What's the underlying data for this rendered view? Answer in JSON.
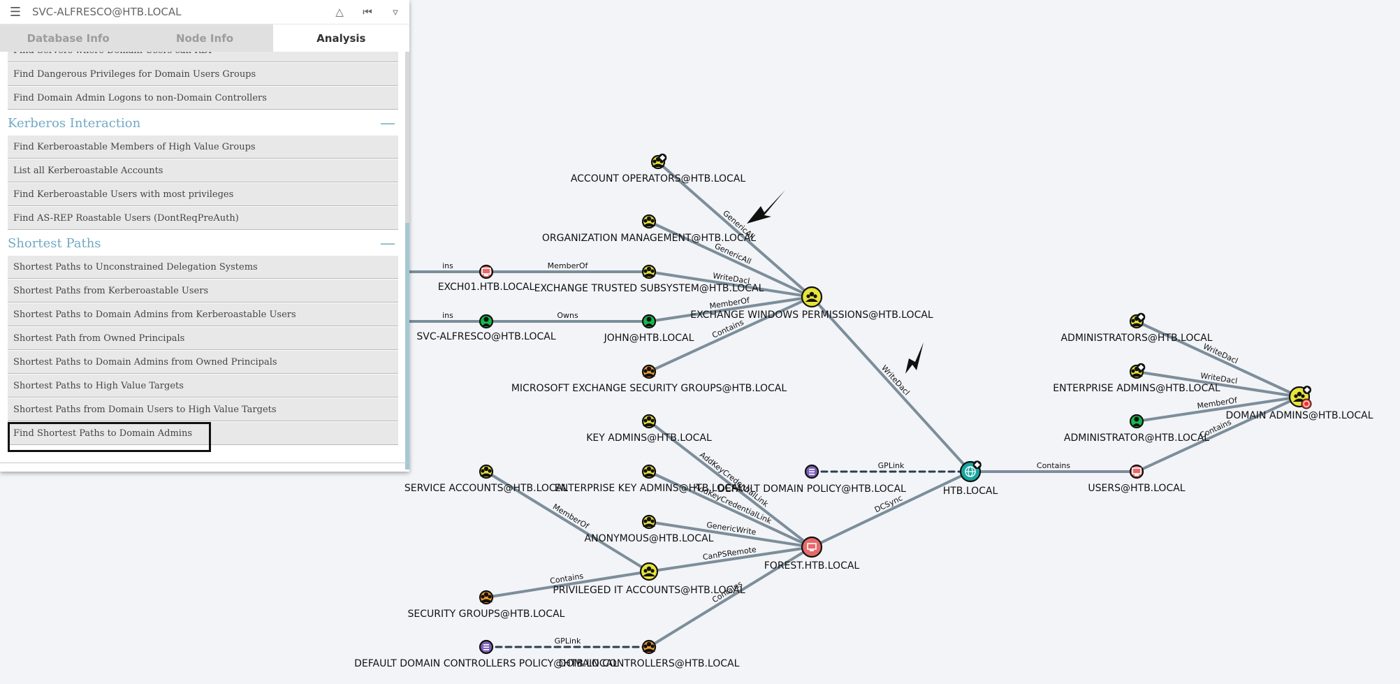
{
  "search": {
    "value": "SVC-ALFRESCO@HTB.LOCAL"
  },
  "toolbar": {
    "menu_icon": "hamburger-menu-icon",
    "pathfinding_icon": "road-icon",
    "back_icon": "step-backward-icon",
    "filter_icon": "filter-icon"
  },
  "tabs": [
    {
      "label": "Database Info"
    },
    {
      "label": "Node Info"
    },
    {
      "label": "Analysis",
      "active": true
    }
  ],
  "queries": {
    "top": [
      "Find Servers where Domain Users can RDP",
      "Find Dangerous Privileges for Domain Users Groups",
      "Find Domain Admin Logons to non-Domain Controllers"
    ],
    "kerberos": {
      "title": "Kerberos Interaction",
      "items": [
        "Find Kerberoastable Members of High Value Groups",
        "List all Kerberoastable Accounts",
        "Find Kerberoastable Users with most privileges",
        "Find AS-REP Roastable Users (DontReqPreAuth)"
      ]
    },
    "shortest": {
      "title": "Shortest Paths",
      "items": [
        "Shortest Paths to Unconstrained Delegation Systems",
        "Shortest Paths from Kerberoastable Users",
        "Shortest Paths to Domain Admins from Kerberoastable Users",
        "Shortest Path from Owned Principals",
        "Shortest Paths to Domain Admins from Owned Principals",
        "Shortest Paths to High Value Targets",
        "Shortest Paths from Domain Users to High Value Targets",
        "Find Shortest Paths to Domain Admins"
      ],
      "selected": "Find Shortest Paths to Domain Admins"
    }
  },
  "graph": {
    "colors": {
      "edge": "#7c8e9a",
      "group": "#e8e43a",
      "user": "#17b84a",
      "computer": "#e66a6a",
      "gpo": "#7b5fb6",
      "domain": "#17a6a0",
      "ou": "#f39c2b",
      "label": "#111111"
    },
    "nodes": [
      {
        "id": "account_operators",
        "type": "group",
        "label": "ACCOUNT OPERATORS@HTB.LOCAL",
        "badge": "high-value"
      },
      {
        "id": "org_management",
        "type": "group",
        "label": "ORGANIZATION MANAGEMENT@HTB.LOCAL"
      },
      {
        "id": "exch01",
        "type": "computer",
        "label": "EXCH01.HTB.LOCAL"
      },
      {
        "id": "exchange_trusted",
        "type": "group",
        "label": "EXCHANGE TRUSTED SUBSYSTEM@HTB.LOCAL"
      },
      {
        "id": "exchange_windows",
        "type": "group",
        "label": "EXCHANGE WINDOWS PERMISSIONS@HTB.LOCAL"
      },
      {
        "id": "svc_alfresco",
        "type": "user",
        "label": "SVC-ALFRESCO@HTB.LOCAL"
      },
      {
        "id": "john",
        "type": "user",
        "label": "JOHN@HTB.LOCAL"
      },
      {
        "id": "ms_exchange_sg",
        "type": "ou",
        "label": "MICROSOFT EXCHANGE SECURITY GROUPS@HTB.LOCAL"
      },
      {
        "id": "administrators",
        "type": "group",
        "label": "ADMINISTRATORS@HTB.LOCAL",
        "badge": "high-value"
      },
      {
        "id": "enterprise_admins",
        "type": "group",
        "label": "ENTERPRISE ADMINS@HTB.LOCAL",
        "badge": "high-value"
      },
      {
        "id": "administrator",
        "type": "user",
        "label": "ADMINISTRATOR@HTB.LOCAL"
      },
      {
        "id": "domain_admins",
        "type": "group",
        "label": "DOMAIN ADMINS@HTB.LOCAL",
        "badge": "target"
      },
      {
        "id": "key_admins",
        "type": "group",
        "label": "KEY ADMINS@HTB.LOCAL"
      },
      {
        "id": "default_domain_policy",
        "type": "gpo",
        "label": "DEFAULT DOMAIN POLICY@HTB.LOCAL"
      },
      {
        "id": "htb_local",
        "type": "domain",
        "label": "HTB.LOCAL",
        "badge": "high-value"
      },
      {
        "id": "users_container",
        "type": "computer",
        "label": "USERS@HTB.LOCAL"
      },
      {
        "id": "service_accounts",
        "type": "group",
        "label": "SERVICE ACCOUNTS@HTB.LOCAL"
      },
      {
        "id": "enterprise_key_admins",
        "type": "group",
        "label": "ENTERPRISE KEY ADMINS@HTB.LOCAL"
      },
      {
        "id": "anonymous",
        "type": "group",
        "label": "ANONYMOUS@HTB.LOCAL"
      },
      {
        "id": "forest",
        "type": "computer",
        "label": "FOREST.HTB.LOCAL"
      },
      {
        "id": "privileged_it",
        "type": "group",
        "label": "PRIVILEGED IT ACCOUNTS@HTB.LOCAL"
      },
      {
        "id": "security_groups",
        "type": "ou",
        "label": "SECURITY GROUPS@HTB.LOCAL"
      },
      {
        "id": "default_dc_policy",
        "type": "gpo",
        "label": "DEFAULT DOMAIN CONTROLLERS POLICY@HTB.LOCAL"
      },
      {
        "id": "domain_controllers",
        "type": "ou",
        "label": "DOMAIN CONTROLLERS@HTB.LOCAL"
      }
    ],
    "edges": [
      {
        "from": "account_operators",
        "to": "exchange_windows",
        "label": "GenericAll"
      },
      {
        "from": "org_management",
        "to": "exchange_windows",
        "label": "GenericAll"
      },
      {
        "from": "exch01",
        "to": "exchange_trusted",
        "label": "MemberOf"
      },
      {
        "from": "exchange_trusted",
        "to": "exchange_windows",
        "label": "WriteDacl"
      },
      {
        "from": "svc_alfresco",
        "to": "john",
        "label": "Owns"
      },
      {
        "from": "john",
        "to": "exchange_windows",
        "label": "MemberOf"
      },
      {
        "from": "ms_exchange_sg",
        "to": "exchange_windows",
        "label": "Contains"
      },
      {
        "from": "exchange_windows",
        "to": "htb_local",
        "label": "WriteDacl"
      },
      {
        "from": "default_domain_policy",
        "to": "htb_local",
        "label": "GPLink",
        "dashed": true
      },
      {
        "from": "htb_local",
        "to": "users_container",
        "label": "Contains"
      },
      {
        "from": "administrators",
        "to": "domain_admins",
        "label": "WriteDacl"
      },
      {
        "from": "enterprise_admins",
        "to": "domain_admins",
        "label": "WriteDacl"
      },
      {
        "from": "administrator",
        "to": "domain_admins",
        "label": "MemberOf"
      },
      {
        "from": "users_container",
        "to": "domain_admins",
        "label": "Contains"
      },
      {
        "from": "key_admins",
        "to": "forest",
        "label": "AddKeyCredentialLink"
      },
      {
        "from": "enterprise_key_admins",
        "to": "forest",
        "label": "AddKeyCredentialLink"
      },
      {
        "from": "anonymous",
        "to": "forest",
        "label": "GenericWrite"
      },
      {
        "from": "privileged_it",
        "to": "forest",
        "label": "CanPSRemote"
      },
      {
        "from": "forest",
        "to": "htb_local",
        "label": "DCSync"
      },
      {
        "from": "service_accounts",
        "to": "privileged_it",
        "label": "MemberOf"
      },
      {
        "from": "security_groups",
        "to": "privileged_it",
        "label": "Contains"
      },
      {
        "from": "default_dc_policy",
        "to": "domain_controllers",
        "label": "GPLink",
        "dashed": true
      },
      {
        "from": "domain_controllers",
        "to": "forest",
        "label": "Contains"
      },
      {
        "from": "exch01",
        "to": "offscreen_left_1",
        "label": "ins"
      },
      {
        "from": "svc_alfresco",
        "to": "offscreen_left_2",
        "label": "ins"
      }
    ]
  }
}
